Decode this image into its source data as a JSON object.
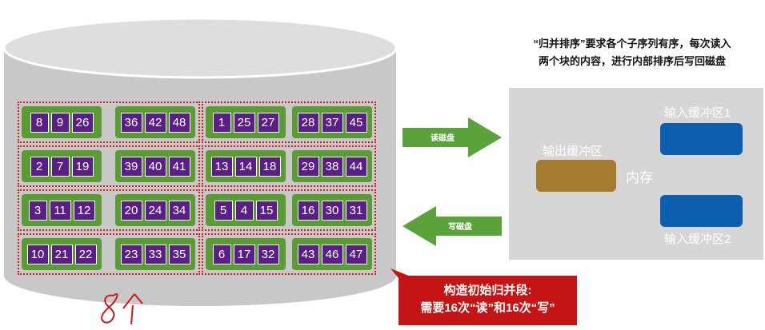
{
  "disk": {
    "rows": [
      [
        [
          8,
          9,
          26
        ],
        [
          36,
          42,
          48
        ],
        [
          1,
          25,
          27
        ],
        [
          28,
          37,
          45
        ]
      ],
      [
        [
          2,
          7,
          19
        ],
        [
          39,
          40,
          41
        ],
        [
          13,
          14,
          18
        ],
        [
          29,
          38,
          44
        ]
      ],
      [
        [
          3,
          11,
          12
        ],
        [
          20,
          24,
          34
        ],
        [
          5,
          4,
          15
        ],
        [
          16,
          30,
          31
        ]
      ],
      [
        [
          10,
          21,
          22
        ],
        [
          23,
          33,
          35
        ],
        [
          6,
          17,
          32
        ],
        [
          43,
          46,
          47
        ]
      ]
    ]
  },
  "arrows": {
    "read_label": "读磁盘",
    "write_label": "写磁盘"
  },
  "note": {
    "line1": "“归并排序”要求各个子序列有序，每次读入",
    "line2": "两个块的内容，进行内部排序后写回磁盘"
  },
  "memory": {
    "label": "内存",
    "input_buffer_1": "输入缓冲区1",
    "input_buffer_2": "输入缓冲区2",
    "output_buffer": "输出缓冲区"
  },
  "callout": {
    "line1": "构造初始归并段:",
    "line2": "需要16次“读”和16次“写”"
  },
  "annotation": {
    "handwritten": "8个"
  },
  "colors": {
    "block_green": "#5a9b34",
    "cell_purple": "#5a1f86",
    "outline_red": "#cc1f1f",
    "arrow_green": "#5aa33b",
    "buffer_blue": "#0b5fae",
    "buffer_brown": "#a87c2f",
    "memory_gray": "#d6d6d6",
    "callout_red": "#c41414",
    "disk_gray": "#c8c8c8"
  }
}
